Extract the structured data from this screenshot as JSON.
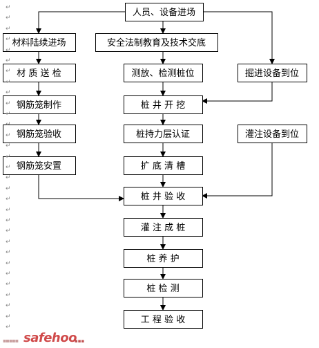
{
  "nodes": [
    {
      "id": "personnel",
      "label": "人员、设备进场"
    },
    {
      "id": "materials-entry",
      "label": "材料陆续进场"
    },
    {
      "id": "safety-training",
      "label": "安全法制教育及技术交底"
    },
    {
      "id": "material-inspection",
      "label": "材 质 送 检"
    },
    {
      "id": "survey-stake",
      "label": "测放、检测桩位"
    },
    {
      "id": "excavation-equipment",
      "label": "掘进设备到位"
    },
    {
      "id": "cage-fabrication",
      "label": "钢筋笼制作"
    },
    {
      "id": "pile-excavation",
      "label": "桩 井 开 挖"
    },
    {
      "id": "cage-acceptance",
      "label": "钢筋笼验收"
    },
    {
      "id": "bearing-layer",
      "label": "桩持力层认证"
    },
    {
      "id": "pouring-equipment",
      "label": "灌注设备到位"
    },
    {
      "id": "cage-placement",
      "label": "钢筋笼安置"
    },
    {
      "id": "base-cleaning",
      "label": "扩 底 清 槽"
    },
    {
      "id": "pile-acceptance",
      "label": "桩 井 验 收"
    },
    {
      "id": "pouring-pile",
      "label": "灌 注 成 桩"
    },
    {
      "id": "pile-curing",
      "label": "桩 养 护"
    },
    {
      "id": "pile-testing",
      "label": "桩 检 测"
    },
    {
      "id": "project-acceptance",
      "label": "工 程 验 收"
    }
  ],
  "edges": [
    {
      "from": "personnel",
      "to": "materials-entry"
    },
    {
      "from": "personnel",
      "to": "safety-training"
    },
    {
      "from": "personnel",
      "to": "excavation-equipment"
    },
    {
      "from": "materials-entry",
      "to": "material-inspection"
    },
    {
      "from": "material-inspection",
      "to": "cage-fabrication"
    },
    {
      "from": "cage-fabrication",
      "to": "cage-acceptance"
    },
    {
      "from": "cage-acceptance",
      "to": "cage-placement"
    },
    {
      "from": "cage-placement",
      "to": "pile-acceptance"
    },
    {
      "from": "safety-training",
      "to": "survey-stake"
    },
    {
      "from": "survey-stake",
      "to": "pile-excavation"
    },
    {
      "from": "excavation-equipment",
      "to": "pile-excavation"
    },
    {
      "from": "pile-excavation",
      "to": "bearing-layer"
    },
    {
      "from": "bearing-layer",
      "to": "base-cleaning"
    },
    {
      "from": "base-cleaning",
      "to": "pile-acceptance"
    },
    {
      "from": "pouring-equipment",
      "to": "pile-acceptance"
    },
    {
      "from": "pile-acceptance",
      "to": "pouring-pile"
    },
    {
      "from": "pouring-pile",
      "to": "pile-curing"
    },
    {
      "from": "pile-curing",
      "to": "pile-testing"
    },
    {
      "from": "pile-testing",
      "to": "project-acceptance"
    }
  ],
  "paragraph_mark": "↵",
  "watermark": {
    "prefix": "▪▪▪▪▪",
    "text": "safehoo",
    "suffix": "▪▪▪"
  }
}
